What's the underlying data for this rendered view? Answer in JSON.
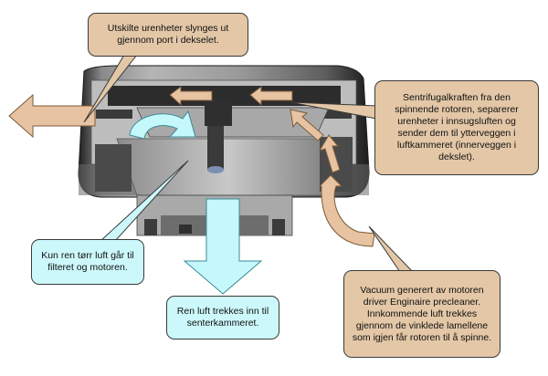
{
  "colors": {
    "callout_tan": "#e3c7a7",
    "callout_cyan": "#cdf8fb",
    "arrow_tan": "#e8c3a1",
    "arrow_cyan": "#c5f8fb",
    "housing_dark": "#2b2b2b",
    "housing_light": "#9c9c9c"
  },
  "callouts": {
    "top_left": "Utskilte urenheter slynges ut gjennom port i dekselet.",
    "right_top": "Sentrifugalkraften fra den spinnende rotoren, separerer urenheter i innsugsluften og sender dem til ytterveggen i luftkammeret (innerveggen i dekslet).",
    "left_bottom": "Kun ren tørr luft går til filteret og motoren.",
    "center_bottom": "Ren luft trekkes inn til senterkammeret.",
    "right_bottom": "Vacuum generert av motoren driver Enginaire precleaner. Innkommende luft trekkes gjennom de vinklede lamellene som igjen får rotoren til å spinne."
  }
}
